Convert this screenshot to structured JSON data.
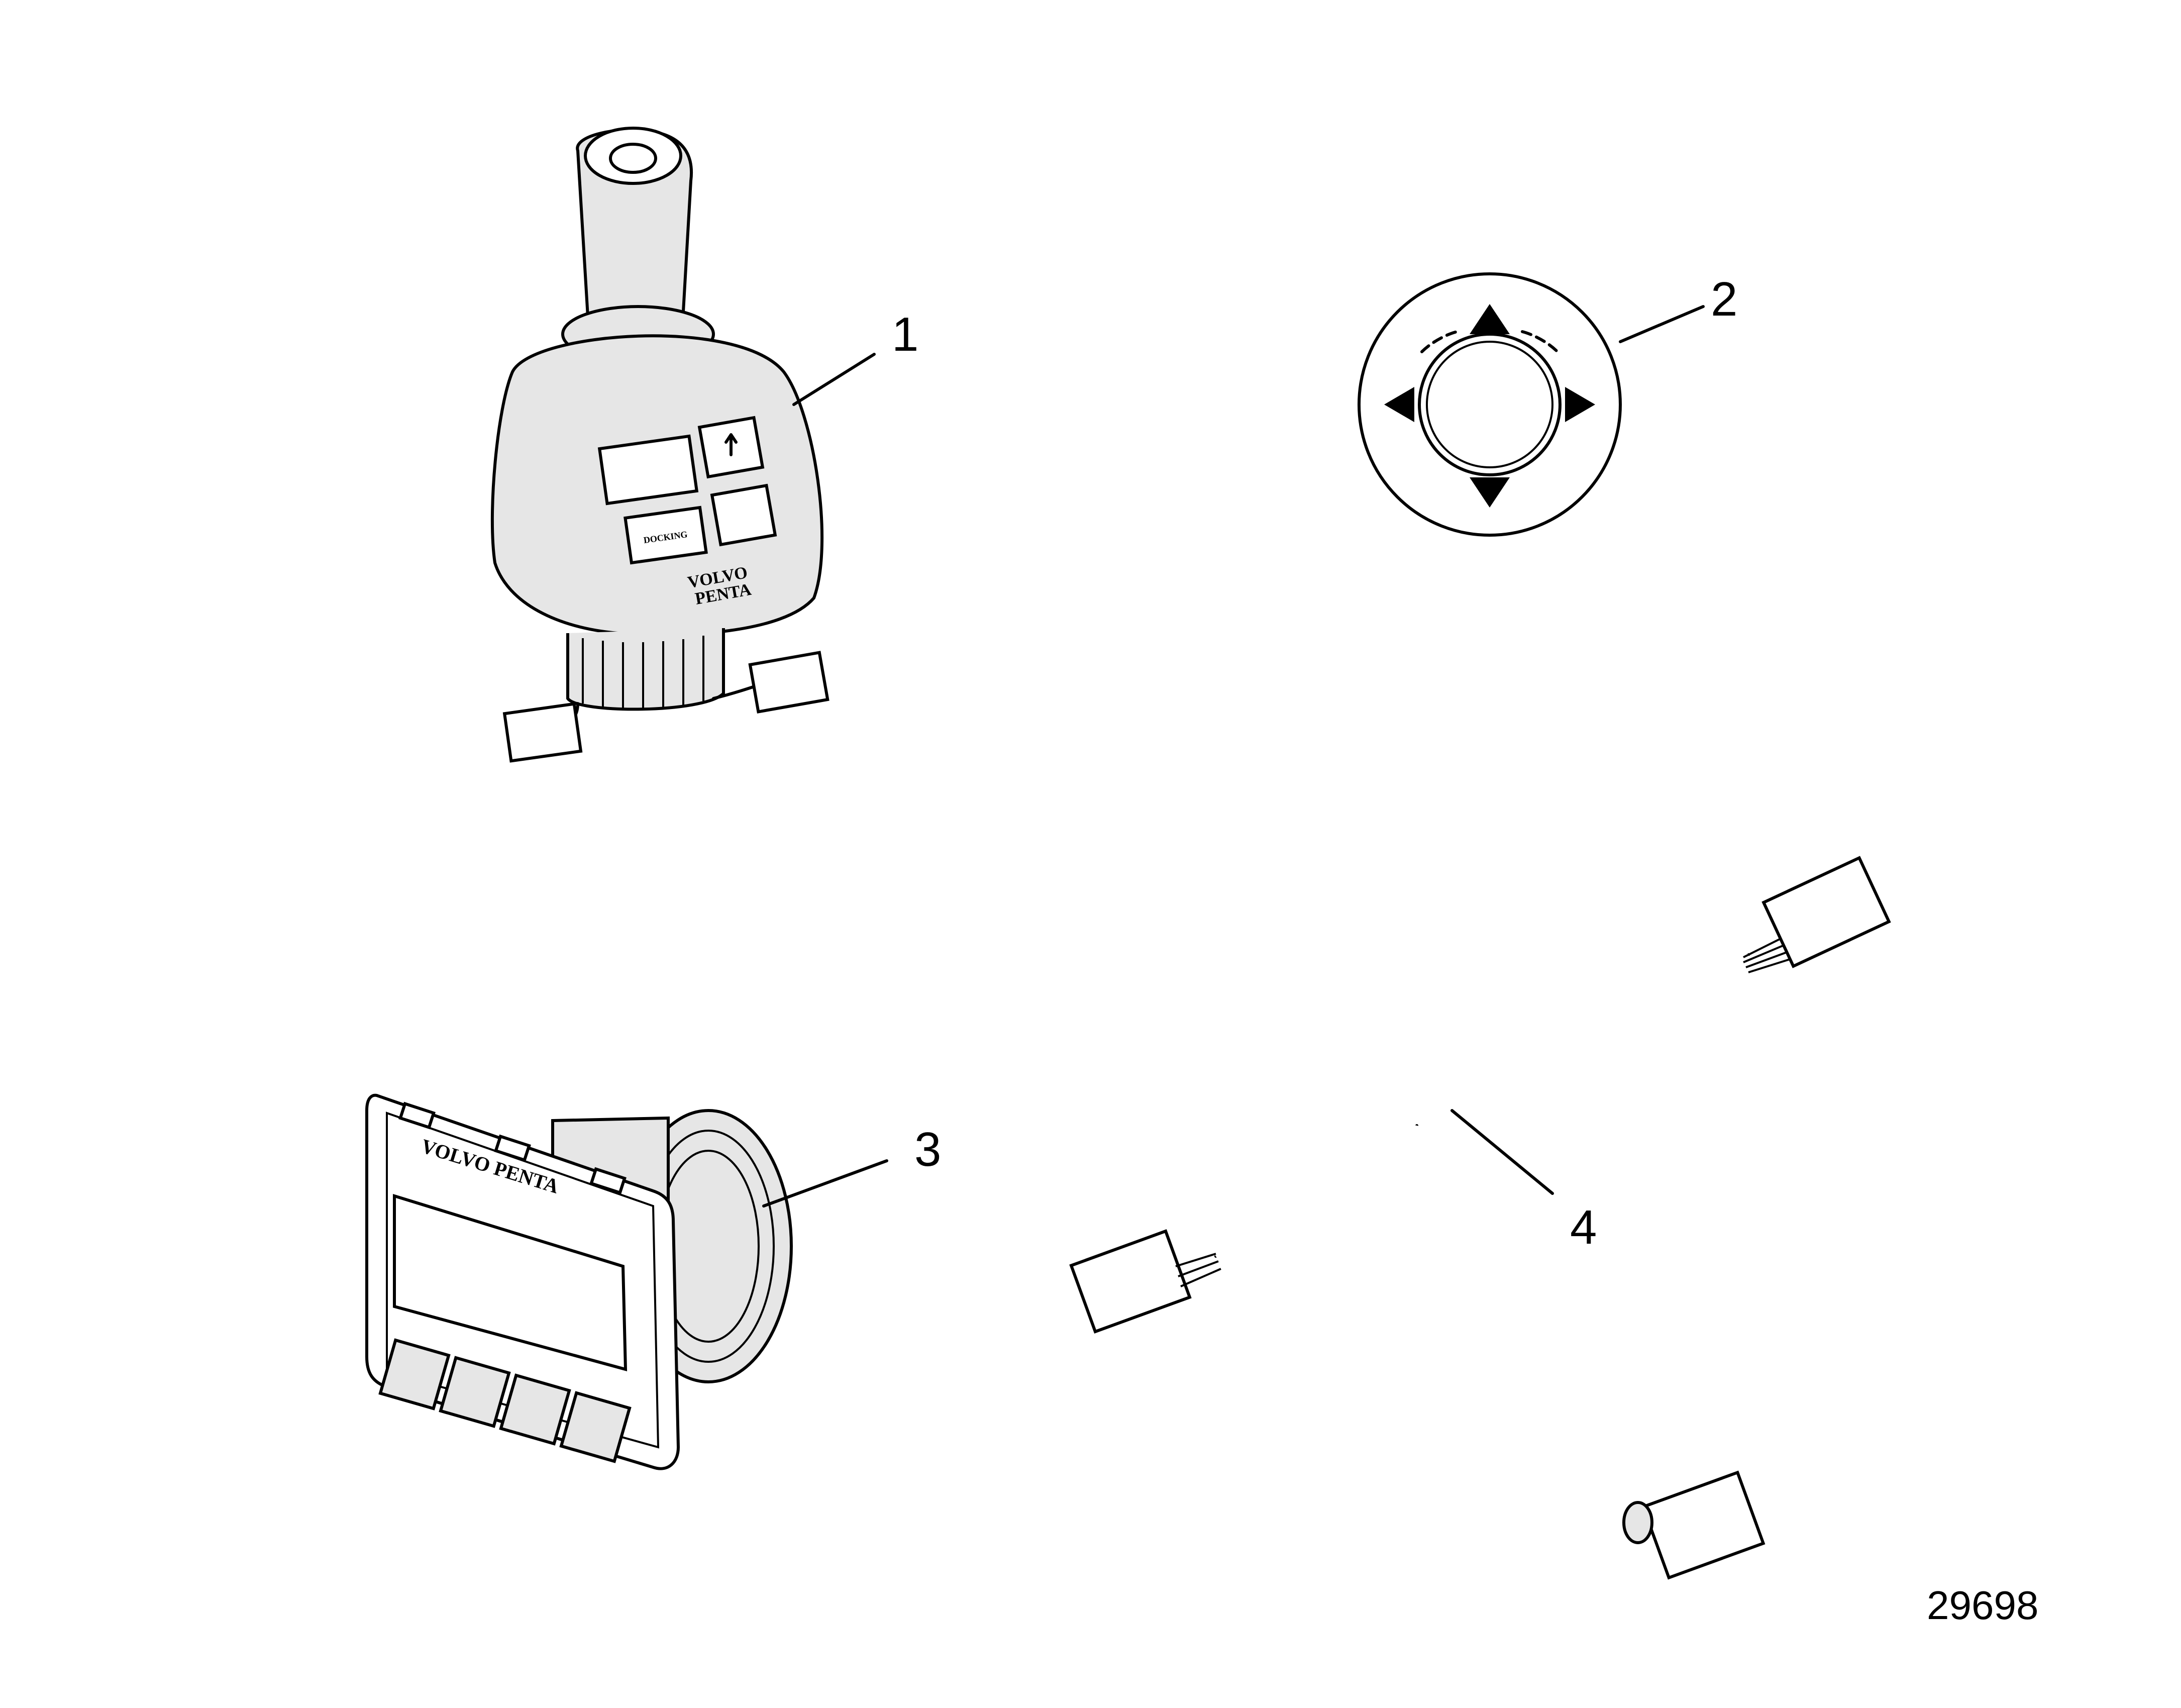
{
  "callouts": [
    {
      "id": "1",
      "text": "1"
    },
    {
      "id": "2",
      "text": "2"
    },
    {
      "id": "3",
      "text": "3"
    },
    {
      "id": "4",
      "text": "4"
    }
  ],
  "figure_number": "29698",
  "joystick": {
    "logo_line1": "VOLVO",
    "logo_line2": "PENTA",
    "button_docking": "DOCKING"
  },
  "display": {
    "logo": "VOLVO PENTA"
  },
  "colors": {
    "line": "#000000",
    "shade": "#e6e6e6",
    "background": "#ffffff"
  },
  "icons": [
    "joystick-icon",
    "control-pad-icon",
    "display-unit-icon",
    "cable-harness-icon"
  ]
}
